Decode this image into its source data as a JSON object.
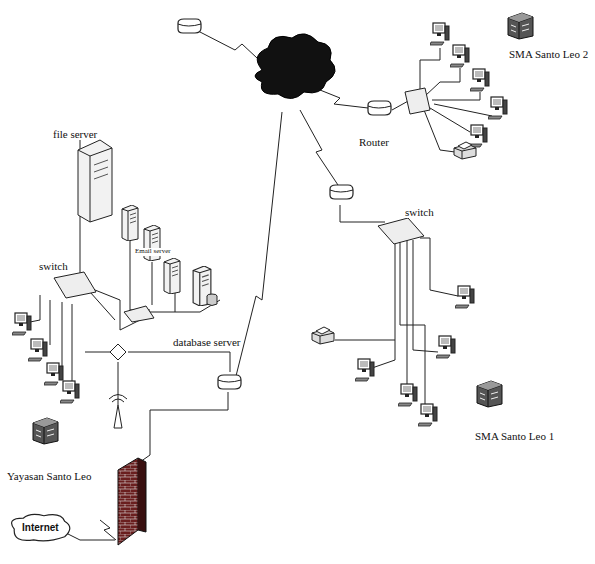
{
  "diagram": {
    "nodes": [
      {
        "text": [
          "Internet"
        ]
      }
    ],
    "labels": [
      "file server",
      "switch",
      "Email server",
      "database server",
      "Yayasan Santo Leo",
      "Router",
      "SMA Santo Leo 2",
      "switch",
      "SMA Santo Leo 1"
    ]
  }
}
